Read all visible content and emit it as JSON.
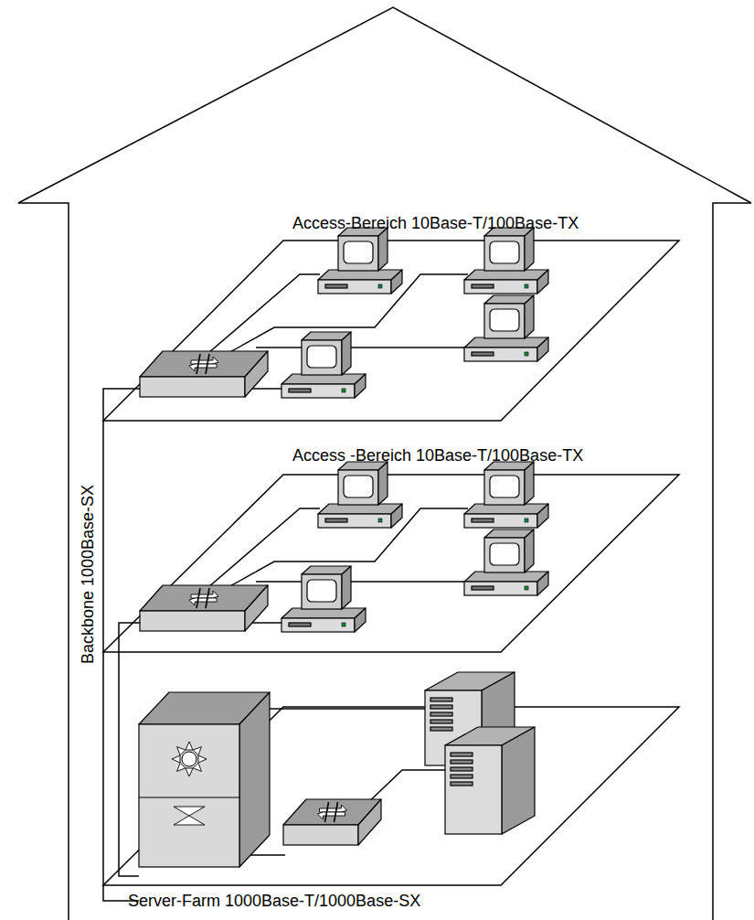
{
  "diagram": {
    "nodes": [
      {
        "text": [
          "Access-Bereich 10Base-T/100Base-TX"
        ]
      },
      {
        "text": [
          "Access -Bereich 10Base-T/100Base-TX"
        ]
      },
      {
        "text": [
          "Server-Farm 1000Base-T/1000Base-SX"
        ]
      }
    ],
    "labels": [
      "Backbone 1000Base-SX"
    ]
  }
}
